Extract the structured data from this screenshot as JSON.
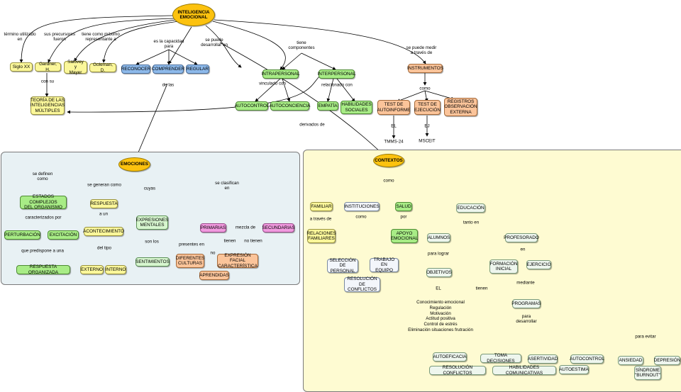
{
  "colors": {
    "root": "#fcc20f",
    "emociones_panel": "#e8f1f4",
    "contextos_panel": "#fefbd2"
  },
  "nodes": {
    "inteligencia_emocional": "INTELIGENCIA\nEMOCIONAL",
    "siglo_xx": "Siglo XX",
    "gardner": "Gardner, H.",
    "salovey_mayer": "Salovey y\nMayer",
    "goleman": "Goleman, D.",
    "teoria": "TEORÍA DE LAS\nINTELIGENCIAS\nMÚLTIPLES",
    "reconocer": "RECONOCER",
    "comprender": "COMPRENDER",
    "regular": "REGULAR",
    "intrapersonal": "INTRAPERSONAL",
    "interpersonal": "INTERPERSONAL",
    "autocontrol_top": "AUTOCONTROL",
    "autoconciencia": "AUTOCONCIENCIA",
    "empatia": "EMPATÍA",
    "habilidades_sociales": "HABILIDADES\nSOCIALES",
    "instrumentos": "INSTRUMENTOS",
    "test_autoinforme": "TEST DE\nAUTOINFORME",
    "test_ejecucion": "TEST DE\nEJECUCIÓN",
    "registros": "REGISTROS\nOBSERVACIÓN\nEXTERNA",
    "tmms": "TMMS-24",
    "msceit": "MSCEIT",
    "emociones": "EMOCIONES",
    "estados_complejos": "ESTADOS COMPLEJOS\nDEL ORGANISMO",
    "perturbacion": "PERTURBACIÓN",
    "excitacion": "EXCITACIÓN",
    "respuesta_organizada": "RESPUESTA ORGANIZADA",
    "respuesta": "RESPUESTA",
    "acontecimiento": "ACONTECIMIENTO",
    "externo": "EXTERNO",
    "interno": "INTERNO",
    "expresiones_mentales": "EXPRESIONES\nMENTALES",
    "sentimientos": "SENTIMIENTOS",
    "primarias": "PRIMARIAS",
    "secundarias": "SECUNDARIAS",
    "diferentes_culturas": "DIFERENTES\nCULTURAS",
    "expresion_facial": "EXPRESIÓN FACIAL\nCARACTERÍSTICA",
    "aprendidas": "APRENDIDAS",
    "contextos": "CONTEXTOS",
    "familiar": "FAMILIAR",
    "relaciones_familiares": "RELACIONES\nFAMILIARES",
    "instituciones": "INSTITUCIONES",
    "seleccion_personal": "SELECCIÓN\nDE PERSONAL",
    "resolucion_conflictos_inst": "RESOLUCIÓN\nDE CONFLICTOS",
    "trabajo_equipo": "TRABAJO EN\nEQUIPO",
    "salud": "SALUD",
    "apoyo_emocional": "APOYO\nEMOCIONAL",
    "educacion": "EDUCACIÓN",
    "alumnos": "ALUMNOS",
    "profesorado": "PROFESORADO",
    "objetivos": "OBJETIVOS",
    "formacion_inicial": "FORMACIÓN\nINICIAL",
    "ejercicio": "EJERCICIO",
    "programas": "PROGRAMAS",
    "autoeficacia": "AUTOEFICACIA",
    "toma_decisiones": "TOMA DECISIONES",
    "asertividad": "ASERTIVIDAD",
    "autocontrol_bottom": "AUTOCONTROL",
    "resolucion_conflictos": "RESOLUCIÓN CONFLICTOS",
    "habilidades_comunicativas": "HABILIDADES COMUNICATIVAS",
    "autoestima": "AUTOESTIMA",
    "ansiedad": "ANSIEDAD",
    "depresion": "DEPRESIÓN",
    "burnout": "SÍNDROME\n\"BURNOUT\""
  },
  "objetivos_list": "Conocimiento emocional\nRegulación\nMotivación\nActitud positiva\nControl de estrés\nEliminación situaciones frutración",
  "link_labels": {
    "termino": "término utilizado\nen",
    "precursores": "sus precursores\nfueron",
    "maximo": "tiene como máximo\nrepresentante a",
    "capacidad": "es la capacidad\npara",
    "desarrollar": "se puede\ndesarrollar en",
    "componentes": "tiene\ncomponentes",
    "medir": "se puede medir\na través de",
    "con_su": "con su",
    "de_las": "de las",
    "vinculado": "vinculado con",
    "relacionado": "relacionado con",
    "como_inst": "como",
    "el": "EL",
    "ej": "EJ",
    "derivados": "derivados de",
    "definen": "se definen\ncomo",
    "caracterizados": "caracterizados por",
    "predispone": "que predispone a una",
    "generan": "se generan como",
    "a_un": "a un",
    "del_tipo": "del tipo",
    "cuyas": "cuyas",
    "son_los": "son los",
    "clasifican": "se clasifican\nen",
    "mezcla": "mezcla de",
    "presentes": "presentes en",
    "no": "no",
    "tienen": "tienen",
    "no_tienen": "no tienen",
    "como_ctx": "como",
    "traves": "a través de",
    "como_inst2": "como",
    "por": "por",
    "tanto_en": "tanto en",
    "para_lograr": "para lograr",
    "en": "en",
    "el_obj": "EL",
    "tienen_obj": "tienen",
    "mediante": "mediante",
    "para_desarrollar": "para\ndesarrollar",
    "para_evitar": "para evitar"
  }
}
